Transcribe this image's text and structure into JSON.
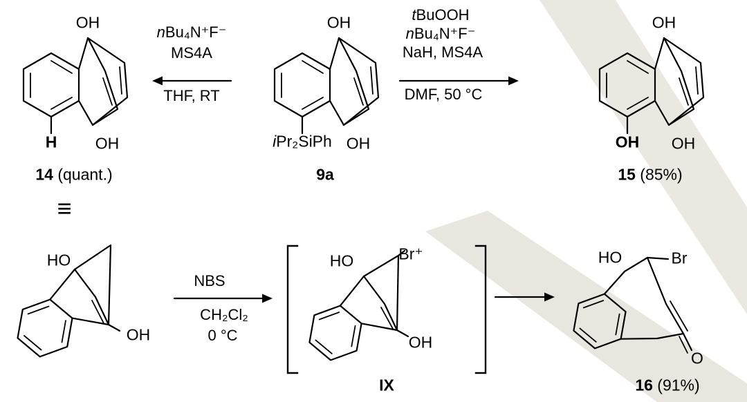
{
  "page": {
    "background": "#ffffff",
    "ink": "#000000",
    "watermark_color_1": "#ebe8e2",
    "watermark_color_2": "#e9e6df"
  },
  "compound14": {
    "oh_top": "OH",
    "h_bottom": "H",
    "oh_bottom": "OH",
    "id": "14",
    "yield": " (quant.)"
  },
  "arrow_left": {
    "reagent1_italic": "n",
    "reagent1": "Bu₄N⁺F⁻",
    "reagent2": "MS4A",
    "conditions": "THF, RT"
  },
  "compound9a": {
    "oh_top": "OH",
    "silyl_italic": "i",
    "silyl": "Pr₂SiPh",
    "oh_bottom": "OH",
    "id": "9a"
  },
  "arrow_right": {
    "reagent1_italic": "t",
    "reagent1": "BuOOH",
    "reagent2_italic": "n",
    "reagent2": "Bu₄N⁺F⁻",
    "reagent3": "NaH, MS4A",
    "conditions": "DMF, 50 °C"
  },
  "compound15": {
    "oh_top": "OH",
    "oh_bottom_left": "OH",
    "oh_bottom_right": "OH",
    "id": "15",
    "yield": " (85%)"
  },
  "equivalence": "≡",
  "compound14_redrawn": {
    "ho": "HO",
    "oh": "OH"
  },
  "arrow_nbs": {
    "reagent": "NBS",
    "solvent": "CH₂Cl₂",
    "temp": "0 °C"
  },
  "intermediate_ix": {
    "ho": "HO",
    "br": "Br⁺",
    "oh": "OH",
    "id": "IX"
  },
  "compound16": {
    "ho": "HO",
    "br": "Br",
    "o": "O",
    "id": "16",
    "yield": " (91%)"
  }
}
